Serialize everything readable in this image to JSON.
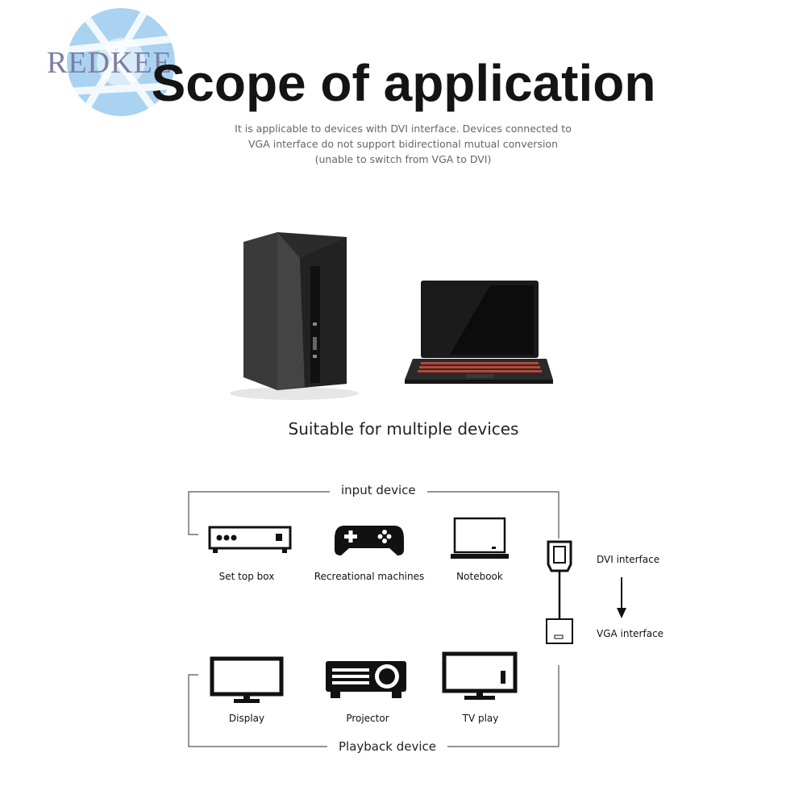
{
  "brand": {
    "logo_text": "REDKEE"
  },
  "heading": {
    "title": "Scope of application",
    "subtitle_lines": [
      "It is applicable to devices with DVI interface. Devices connected to",
      "VGA interface do not support bidirectional mutual conversion",
      "(unable to switch from VGA to DVI)"
    ]
  },
  "devices_photo": {
    "caption": "Suitable for multiple devices"
  },
  "diagram": {
    "input_group_label": "input device",
    "playback_group_label": "Playback device",
    "input_devices": [
      {
        "label": "Set top box",
        "icon": "set-top-box-icon"
      },
      {
        "label": "Recreational machines",
        "icon": "gamepad-icon"
      },
      {
        "label": "Notebook",
        "icon": "laptop-icon"
      }
    ],
    "playback_devices": [
      {
        "label": "Display",
        "icon": "monitor-icon"
      },
      {
        "label": "Projector",
        "icon": "projector-icon"
      },
      {
        "label": "TV play",
        "icon": "tv-icon"
      }
    ],
    "adapter": {
      "from_label": "DVI interface",
      "to_label": "VGA interface"
    }
  }
}
